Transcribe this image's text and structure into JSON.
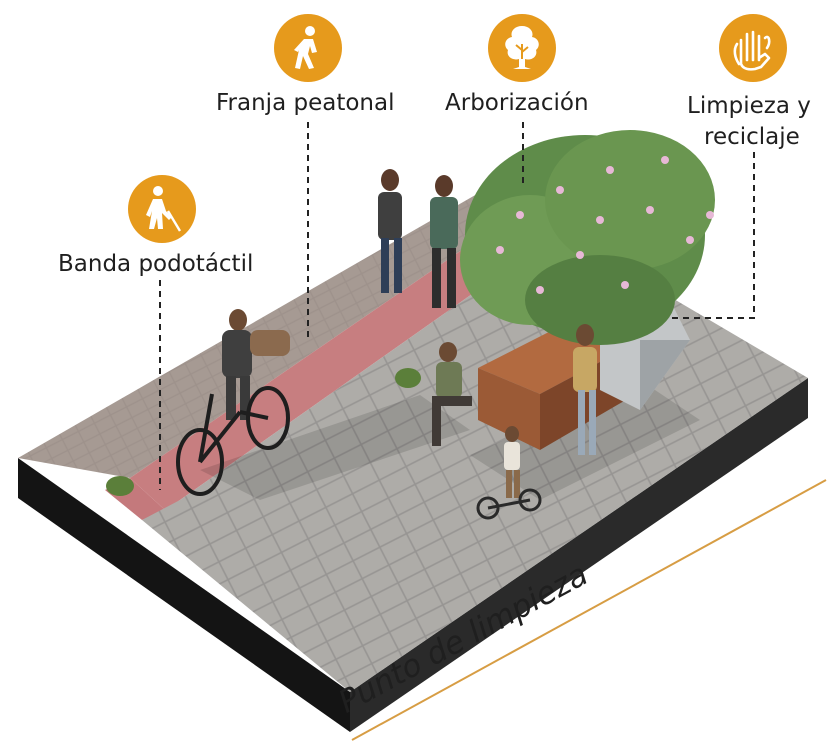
{
  "colors": {
    "accent": "#e69a1c",
    "tactile_strip": "#c97f80",
    "pavement": "#a9a6a2",
    "cobblestone": "#9a8f8a",
    "slab_edge": "#1c1c1c",
    "planter_wood": "#9b5a36"
  },
  "legend": {
    "pedestrian": {
      "label": "Franja peatonal",
      "icon": "pedestrian-walking-icon"
    },
    "trees": {
      "label": "Arborización",
      "icon": "tree-icon"
    },
    "cleaning": {
      "label_line1": "Limpieza y",
      "label_line2": "reciclaje",
      "icon": "hand-washing-icon"
    },
    "tactile": {
      "label": "Banda podotáctil",
      "icon": "blind-person-cane-icon"
    }
  },
  "caption": "Punto de limpieza"
}
